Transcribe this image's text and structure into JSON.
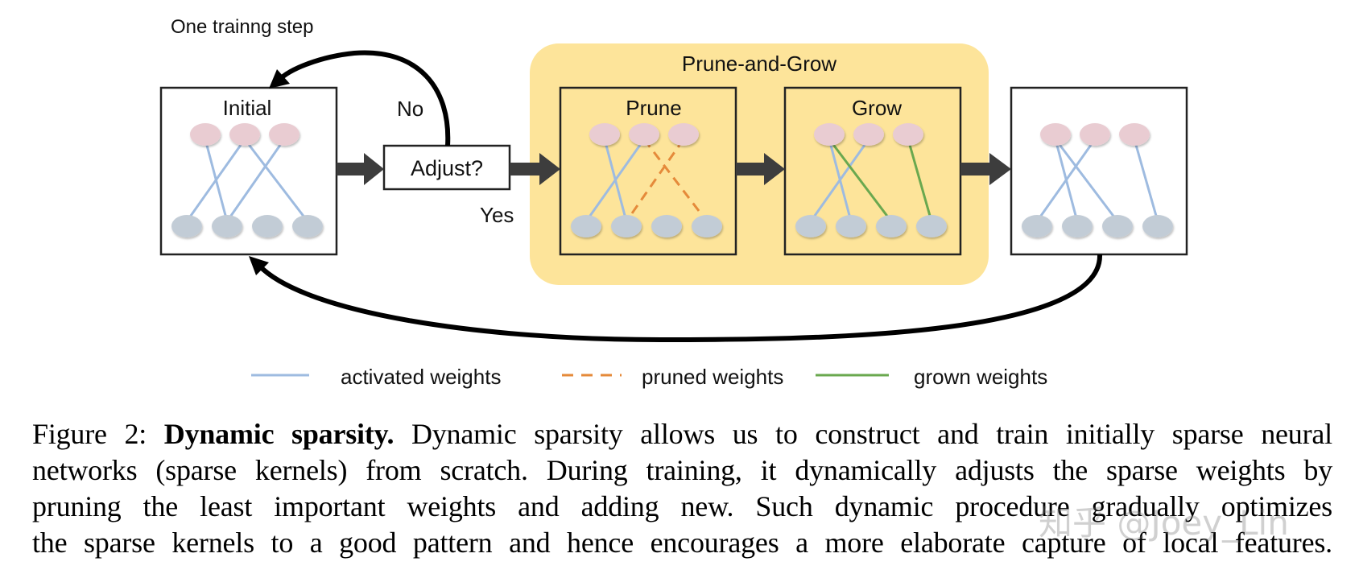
{
  "diagram": {
    "loop_label": "One trainng step",
    "decision_label": "Adjust?",
    "no_label": "No",
    "yes_label": "Yes",
    "group_title": "Prune-and-Grow",
    "panels": {
      "initial": "Initial",
      "prune": "Prune",
      "grow": "Grow",
      "result": ""
    },
    "legend": {
      "activated": "activated weights",
      "pruned": "pruned weights",
      "grown": "grown weights"
    },
    "colors": {
      "top_node": "#e9ccd2",
      "bottom_node": "#c2ccd6",
      "activated": "#9ebbe0",
      "pruned": "#e58a3a",
      "grown": "#6aa84f",
      "group_bg": "#fde49a",
      "arrow": "#3d3d3d"
    }
  },
  "caption": {
    "label": "Figure 2:",
    "title": "Dynamic sparsity.",
    "line1": "Dynamic sparsity allows us to construct and train initially sparse neural",
    "line2": "networks (sparse kernels) from scratch. During training, it dynamically adjusts the sparse weights by",
    "line3": "pruning the least important weights and adding new. Such dynamic procedure gradually optimizes",
    "line4": "the sparse kernels to a good pattern and hence encourages a more elaborate capture of local features."
  },
  "watermark": "知乎 @Joey_Lin"
}
